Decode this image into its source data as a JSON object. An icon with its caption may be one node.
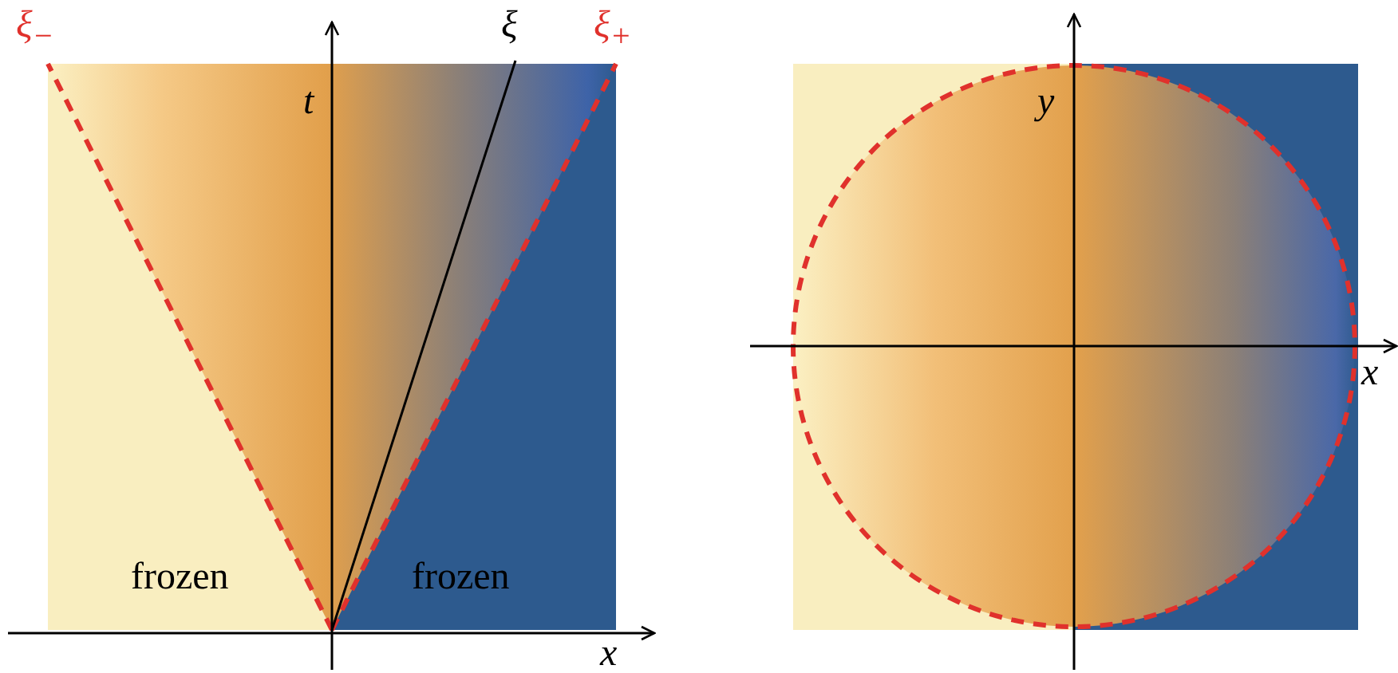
{
  "diagram": {
    "labels": [
      "ξ$_{−}$",
      "ξ",
      "ξ$_{+}$",
      "t",
      "y",
      "x",
      "frozen",
      "frozen",
      "x"
    ]
  }
}
